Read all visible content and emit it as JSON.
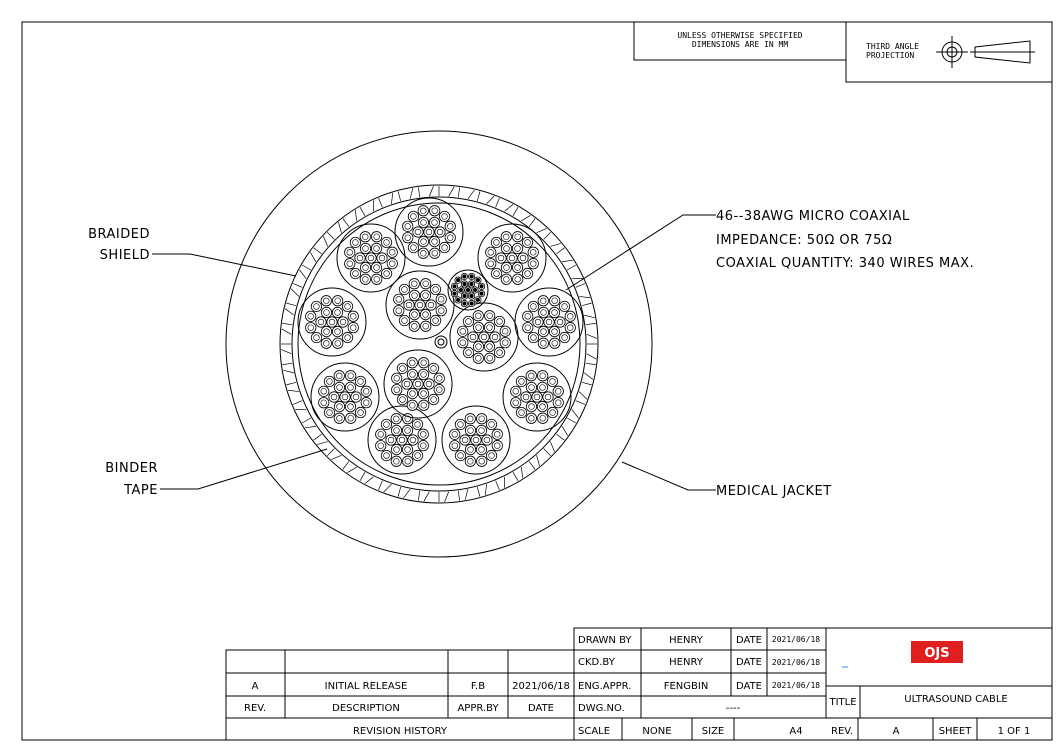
{
  "header": {
    "units_note_line1": "UNLESS OTHERWISE SPECIFIED",
    "units_note_line2": "DIMENSIONS ARE IN MM",
    "projection_line1": "THIRD ANGLE",
    "projection_line2": "PROJECTION"
  },
  "callouts": {
    "braided_line1": "BRAIDED",
    "braided_line2": "SHIELD",
    "binder_line1": "BINDER",
    "binder_line2": "TAPE",
    "coax_line1": "46--38AWG  MICRO COAXIAL",
    "coax_line2": "IMPEDANCE: 50Ω  OR 75Ω",
    "coax_line3": "COAXIAL QUANTITY: 340 WIRES MAX.",
    "jacket": "MEDICAL JACKET"
  },
  "revision": {
    "rows": [
      {
        "rev": "A",
        "description": "INITIAL RELEASE",
        "appr": "F.B",
        "date": "2021/06/18"
      }
    ],
    "headers": {
      "rev": "REV.",
      "description": "DESCRIPTION",
      "appr": "APPR.BY",
      "date": "DATE"
    },
    "title": "REVISION HISTORY"
  },
  "approvals": {
    "drawn_label": "DRAWN BY",
    "drawn_by": "HENRY",
    "ckd_label": "CKD.BY",
    "ckd_by": "HENRY",
    "eng_label": "ENG.APPR.",
    "eng_by": "FENGBIN",
    "dwg_label": "DWG.NO.",
    "dwg_no": "----",
    "date_label": "DATE",
    "drawn_date": "2021/06/18",
    "ckd_date": "2021/06/18",
    "eng_date": "2021/06/18"
  },
  "title_block": {
    "logo": "OJS",
    "logo_color": "#e0201f",
    "title_label": "TITLE",
    "title": "ULTRASOUND CABLE",
    "scale_label": "SCALE",
    "scale": "NONE",
    "size_label": "SIZE",
    "size": "A4",
    "rev_label": "REV.",
    "rev": "A",
    "sheet_label": "SHEET",
    "sheet": "1 OF 1"
  }
}
